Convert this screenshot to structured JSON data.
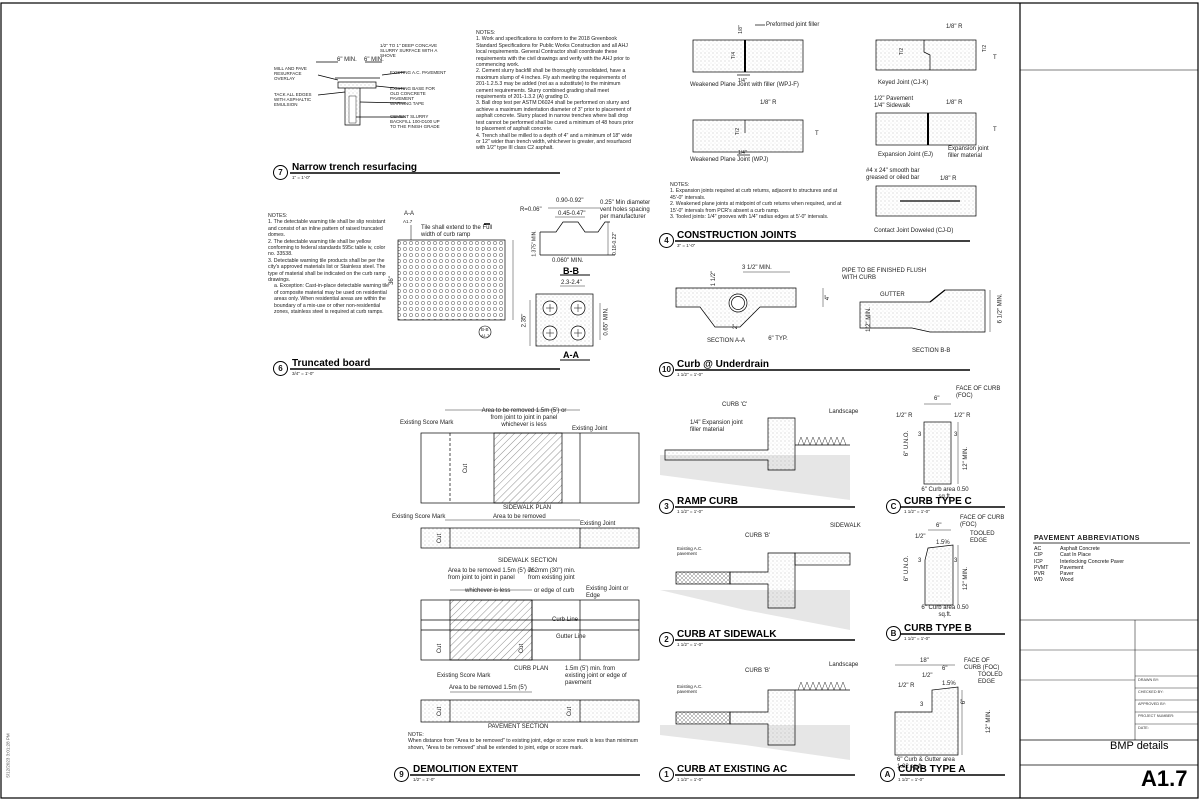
{
  "sheet": {
    "sheet_title": "BMP details",
    "sheet_number": "A1.7",
    "side_stamp": "5/12/2023 3:01:28 PM",
    "abbreviations_title": "PAVEMENT ABBREVIATIONS",
    "abbreviations": [
      {
        "code": "AC",
        "desc": "Asphalt Concrete"
      },
      {
        "code": "CIP",
        "desc": "Cast In Place"
      },
      {
        "code": "ICP",
        "desc": "Interlocking Concrete Paver"
      },
      {
        "code": "PVMT",
        "desc": "Pavement"
      },
      {
        "code": "PVR",
        "desc": "Paver"
      },
      {
        "code": "WD",
        "desc": "Wood"
      }
    ],
    "title_block": {
      "drawn_by": "DRAWN BY:",
      "checked_by": "CHECKED BY:",
      "approved_by": "APPROVED BY:",
      "project_number": "PROJECT NUMBER:",
      "date": "DATE:"
    }
  },
  "details": {
    "d7": {
      "number": "7",
      "title": "Narrow trench resurfacing",
      "scale": "1\" = 1'-0\"",
      "labels": {
        "mill": "MILL AND PAVE RESURFACE OVERLAY",
        "tack": "TACK ALL EDGES WITH ASPHALTIC EMULSION",
        "six_min_a": "6\" MIN.",
        "six_min_b": "6\" MIN.",
        "concave": "1/2\" TO 1\" DEEP CONCAVE SLURRY SURFACE WITH A SHOVE",
        "existing_ac": "EXISTING A.C. PAVEMENT",
        "existing_base": "EXISTING BASE FOR OLD CONCRETE PAVEMENT",
        "warning": "WARNING TAPE",
        "slurry": "CEMENT SLURRY BACKFILL 100-D100 UP TO THE FINISH GRADE"
      },
      "notes_title": "NOTES:",
      "notes": [
        "1.  Work and specifications to conform to the 2018 Greenbook Standard Specifications for Public Works Construction and all AHJ local requirements. General Contractor shall coordinate these requirements with the civil drawings and verify with the AHJ prior to commencing work.",
        "2.  Cement slurry backfill shall be thoroughly consolidated, have a maximum slump of 4 inches. Fly ash meeting the requirements of 201-1.2.5.3 may be added (not as a substitute) to the minimum cement requirements. Slurry combined grading shall meet requirements of 201-1.3.2 (A) grading D.",
        "3.  Ball drop test per ASTM D6024 shall be performed on slurry and achieve a maximum indentation diameter of 3\" prior to placement of asphalt concrete. Slurry placed in narrow trenches where ball drop test cannot be performed shall be cured a minimum of 48 hours prior to placement of asphalt concrete.",
        "4.  Trench shall be milled to a depth of 4\" and a minimum of 18\" wide or 12\" wider than trench width, whichever is greater, and resurfaced with 1/2\" type III class C2 asphalt."
      ]
    },
    "d6": {
      "number": "6",
      "title": "Truncated board",
      "scale": "3/4\" = 1'-0\"",
      "notes_title": "NOTES:",
      "notes": [
        "1.  The detectable warning tile shall be slip resistant and consist of an inline pattern of raised truncated domes.",
        "2.  The detectable warning tile shall be yellow conforming to federal standards 595c table iv, color no. 33538.",
        "3.  Detectable warning tile products shall be per the city's approved materials list or Stainless steel. The type of material shall be indicated on the curb ramp drawings.",
        "a.  Exception: Cast-in-place detectable warning tile of composite material may be used on residential areas only. When residential areas are within the boundary of a mix-use or other non-residential zones, stainless steel is required at curb ramps."
      ],
      "labels": {
        "aa_ref": "A-A",
        "aa_ref_sheet": "A1.7",
        "tile_extend": "Tile shall extend to the Full width of curb ramp",
        "dim_36": "36\"",
        "r006": "R=0.06\"",
        "d090": "0.90-0.92\"",
        "d045": "0.45-0.47\"",
        "d025": "0.25\" Min diameter vent holes spacing per manufacturer",
        "d1375": "1.375\" MIN.",
        "d018": "0.18-0.22\"",
        "d0060": "0.060\" MIN.",
        "bb_title": "B-B",
        "d23": "2.3-2.4\"",
        "d235": "2.35\"",
        "d065": "0.65\" MIN.",
        "aa_title": "A-A",
        "bb_ref": "B-B",
        "bb_ref_sheet": "A1.7"
      }
    },
    "d4": {
      "number": "4",
      "title": "CONSTRUCTION JOINTS",
      "scale": "3\" = 1'-0\"",
      "labels": {
        "preformed": "Preformed joint filler",
        "wpj_f": "Weakened Plane Joint with filler (WPJ-F)",
        "wpj": "Weakened Plane Joint (WPJ)",
        "keyed": "Keyed Joint (CJ-K)",
        "ej": "Expansion Joint (EJ)",
        "ej_filler": "Expansion joint filler material",
        "pav": "1/2\" Pavement",
        "sw": "1/4\" Sidewalk",
        "dowel": "#4 x 24\" smooth bar greased or oiled bar",
        "cjd": "Contact Joint Doweled (CJ-D)",
        "r18a": "1/8\" R",
        "r18b": "1/8\" R",
        "r18c": "1/8\" R",
        "r18d": "1/8\" R",
        "q14a": "1/4\"",
        "q14b": "1/4\"",
        "q18": "1/8\"",
        "t2a": "T/2",
        "t2b": "T/2",
        "t4": "T/4",
        "t2c": "T/2",
        "t_a": "T",
        "t_b": "T",
        "t_c": "T"
      },
      "notes_title": "NOTES:",
      "notes": [
        "1.  Expansion joints required at curb returns, adjacent to structures and at 45'-0\" intervals.",
        "2.  Weakened plane joints at midpoint of curb returns when required, and at 15'-0\" intervals from PCR's absent a curb ramp.",
        "3.  Tooled joints: 1/4\" grooves with 1/4\" radius edges at 5'-0\" intervals."
      ]
    },
    "d10": {
      "number": "10",
      "title": "Curb @ Underdrain",
      "scale": "1 1/2\" = 1'-0\"",
      "labels": {
        "d312": "3 1/2\" MIN.",
        "d112": "1 1/2\"",
        "d2": "2\"",
        "d4": "4\"",
        "d6typ": "6\" TYP.",
        "sec_aa": "SECTION A-A",
        "pipe": "PIPE TO BE FINISHED FLUSH WITH CURB",
        "gutter": "GUTTER",
        "d612": "6 1/2\" MIN.",
        "d12min": "1/2\" MIN.",
        "sec_bb": "SECTION B-B"
      }
    },
    "d9": {
      "number": "9",
      "title": "DEMOLITION EXTENT",
      "scale": "1/2\" = 1'-0\"",
      "labels": {
        "area15": "Area to be removed 1.5m (5') or from joint to joint in panel whichever is less",
        "score1": "Existing Score Mark",
        "joint1": "Existing Joint",
        "sw_plan": "SIDEWALK PLAN",
        "score2": "Existing Score Mark",
        "area2": "Area to be removed",
        "joint2": "Existing Joint",
        "sw_sec": "SIDEWALK SECTION",
        "area3": "Area to be removed 1.5m (5') or from joint to joint in panel",
        "d762": "762mm (30\") min. from existing joint",
        "whichever": "whichever is less",
        "curb_edge": "or edge of curb",
        "joint3": "Existing Joint or Edge",
        "curb_line": "Curb Line",
        "gutter_line": "Gutter Line",
        "curb_plan": "CURB PLAN",
        "score4": "Existing Score Mark",
        "d15min": "1.5m (5') min. from existing joint or edge of pavement",
        "area4": "Area to be removed 1.5m (5')",
        "pav_sec": "PAVEMENT SECTION",
        "cut1": "Cut",
        "cut2": "Cut",
        "cut3": "Cut",
        "cut4": "Cut",
        "cut5": "Cut",
        "cut6": "Cut",
        "note_title": "NOTE:",
        "note": "When distance from \"Area to be removed\" to existing joint, edge or score mark is less than minimum shown, \"Area to be removed\" shall be extended to joint, edge or score mark."
      }
    },
    "d3": {
      "number": "3",
      "title": "RAMP CURB",
      "scale": "1 1/2\" = 1'-0\"",
      "labels": {
        "curb_c": "CURB 'C'",
        "landscape": "Landscape",
        "filler": "1/4\" Expansion joint filler material"
      }
    },
    "d2": {
      "number": "2",
      "title": "CURB AT SIDEWALK",
      "scale": "1 1/2\" = 1'-0\"",
      "labels": {
        "curb_b": "CURB 'B'",
        "sidewalk": "SIDEWALK",
        "existing_ac": "Existing A.C. pavement"
      }
    },
    "d1": {
      "number": "1",
      "title": "CURB AT EXISTING AC",
      "scale": "1 1/2\" = 1'-0\"",
      "labels": {
        "curb_b": "CURB 'B'",
        "landscape": "Landscape",
        "existing_ac": "Existing A.C. pavement"
      }
    },
    "dC": {
      "number": "C",
      "title": "CURB TYPE C",
      "scale": "1 1/2\" = 1'-0\"",
      "labels": {
        "foc": "FACE OF CURB (FOC)",
        "d6": "6\"",
        "r12a": "1/2\" R",
        "r12b": "1/2\" R",
        "uno": "6\" U.N.O.",
        "d3a": "3",
        "d3b": "3",
        "d12": "12\" MIN.",
        "area": "6\" Curb area 0.50 sq.ft."
      }
    },
    "dB": {
      "number": "B",
      "title": "CURB TYPE B",
      "scale": "1 1/2\" = 1'-0\"",
      "labels": {
        "foc": "FACE OF CURB (FOC)",
        "d6": "6\"",
        "tooled": "TOOLED EDGE",
        "q12": "1/2\"",
        "p15": "1.5%",
        "uno": "6\" U.N.O.",
        "d3a": "3",
        "d3b": "3",
        "d12": "12\" MIN.",
        "area": "6\" Curb area 0.50 sq.ft."
      }
    },
    "dA": {
      "number": "A",
      "title": "CURB TYPE A",
      "scale": "1 1/2\" = 1'-0\"",
      "labels": {
        "d18": "18\"",
        "d6": "6\"",
        "foc": "FACE OF CURB (FOC)",
        "tooled": "TOOLED EDGE",
        "q12": "1/2\"",
        "r12": "1/2\" R",
        "p15": "1.5%",
        "d3a": "3",
        "d6b": "6\"",
        "d12": "12\" MIN.",
        "area": "6\" Curb & Gutter area 1.02 sq.ft."
      }
    }
  }
}
